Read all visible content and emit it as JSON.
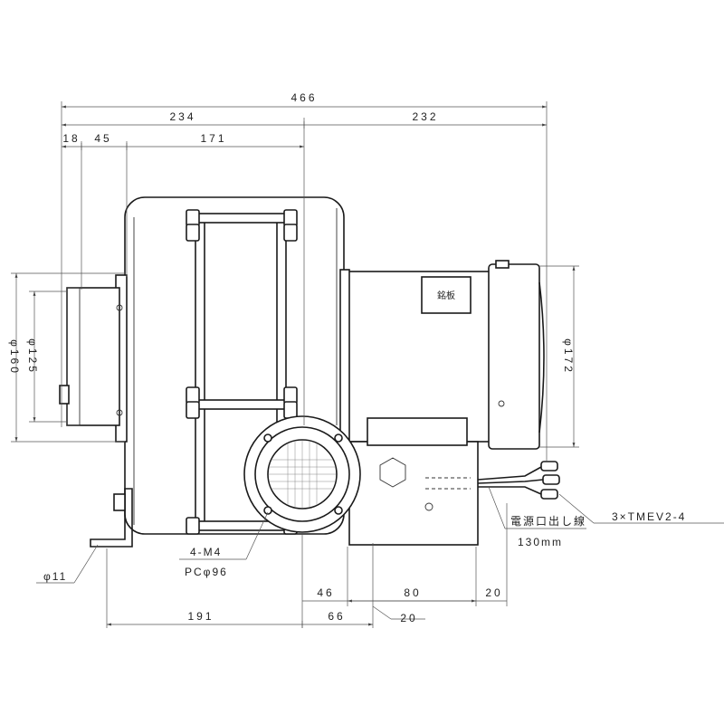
{
  "dimensions": {
    "overall_width": "466",
    "fan_side": "234",
    "motor_side": "232",
    "inlet_offset_a": "18",
    "inlet_offset_b": "45",
    "frame_width": "171",
    "outer_diameter": "φ160",
    "inner_diameter": "φ125",
    "motor_diameter": "φ172",
    "mount_hole": "φ11",
    "base_length": "191",
    "outlet_offset": "46",
    "outlet_center": "66",
    "box_width": "80",
    "cable_gap": "20",
    "outlet_gap": "20"
  },
  "labels": {
    "nameplate": "銘板",
    "bolt_spec": "4-M4",
    "pitch_circle": "PCφ96",
    "cable_note": "電源口出し線",
    "cable_length": "130mm",
    "terminal_spec": "3×TMEV2-4"
  }
}
